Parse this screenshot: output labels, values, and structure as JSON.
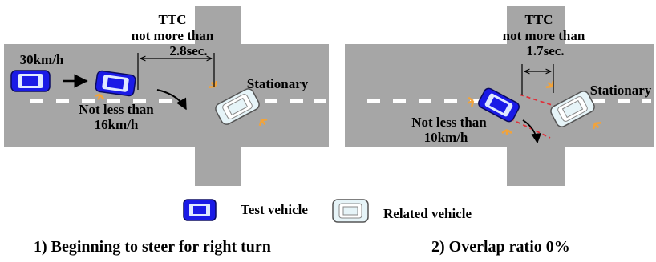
{
  "left_scene": {
    "ttc_title": "TTC",
    "ttc_line1": "not more than",
    "ttc_line2": "2.8sec.",
    "initial_speed": "30km/h",
    "speed_line1": "Not less than",
    "speed_line2": "16km/h",
    "related_state": "Stationary",
    "caption": "1) Beginning to steer for right turn"
  },
  "right_scene": {
    "ttc_title": "TTC",
    "ttc_line1": "not more than",
    "ttc_line2": "1.7sec.",
    "speed_line1": "Not less than",
    "speed_line2": "10km/h",
    "related_state": "Stationary",
    "caption": "2) Overlap ratio 0%"
  },
  "legend": {
    "test_label": "Test vehicle",
    "related_label": "Related vehicle"
  },
  "colors": {
    "road": "#a6a6a6",
    "test_vehicle": "#1a1ae6",
    "related_vehicle": "#e6f4f8",
    "lane_marking": "#ffffff",
    "indicator": "#f2a33a",
    "overlap_line": "#e0303a"
  }
}
